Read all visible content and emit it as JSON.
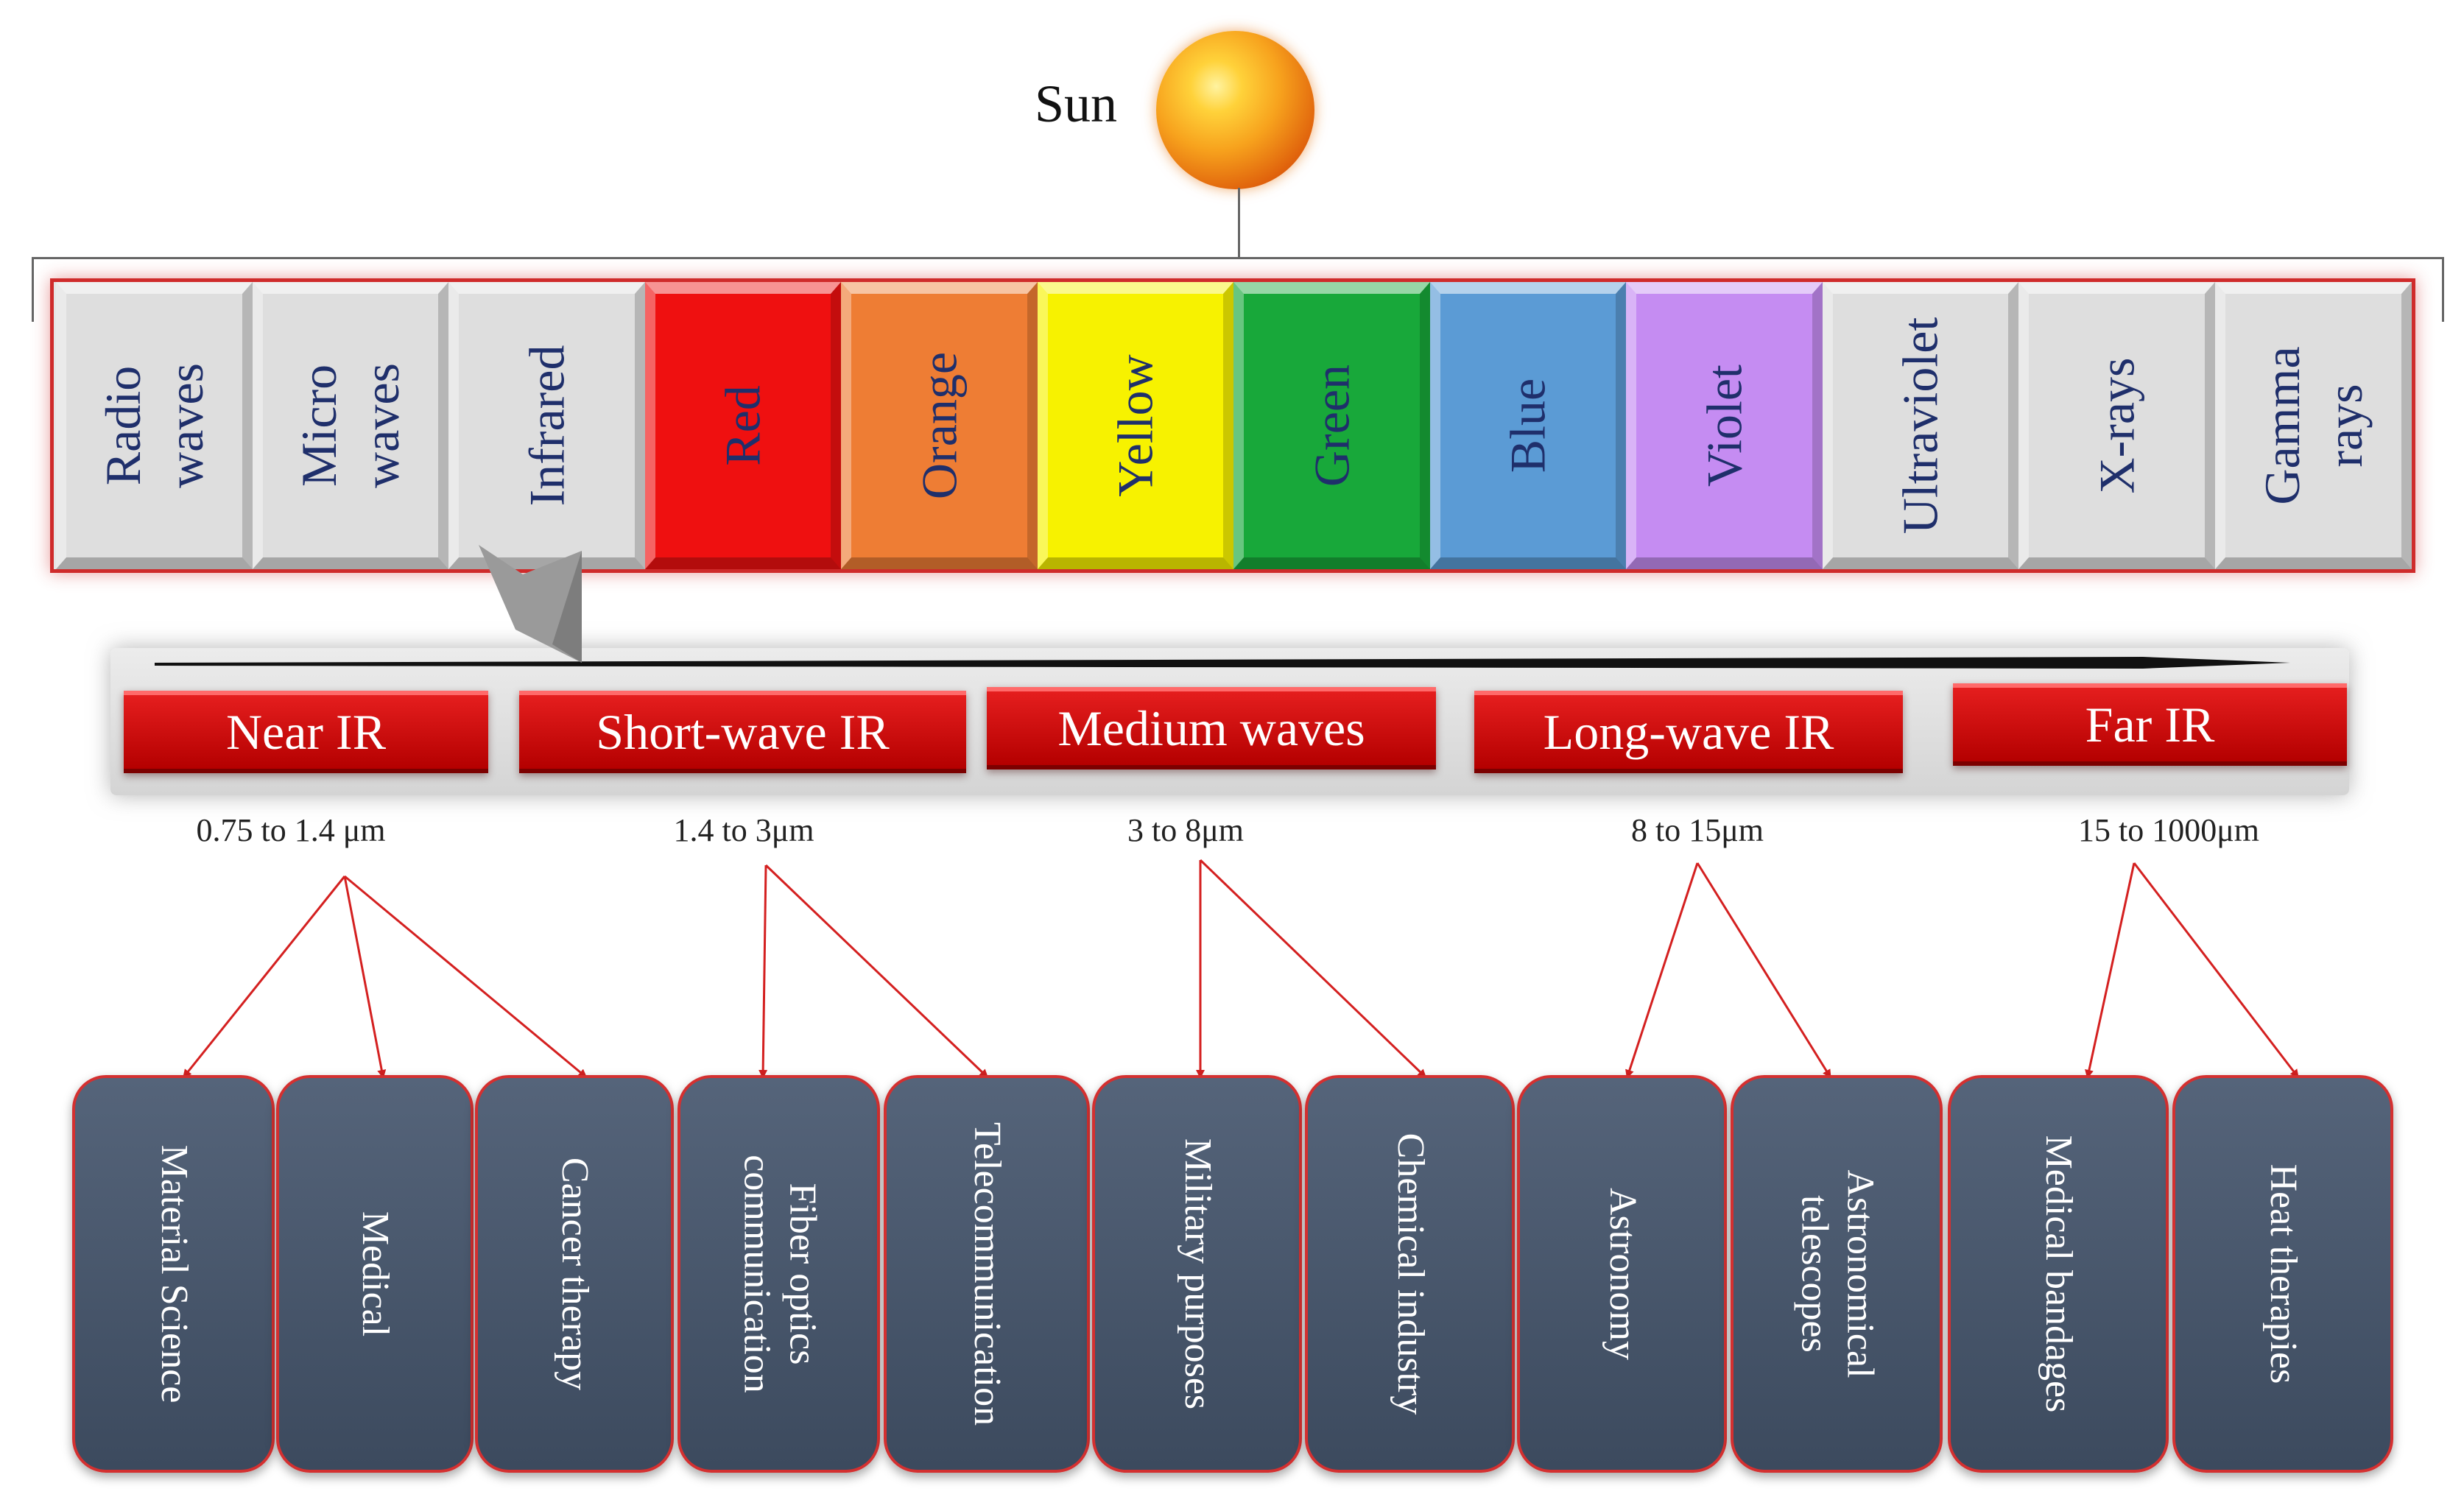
{
  "sun": {
    "label": "Sun",
    "icon": "sun-icon"
  },
  "spectrum": {
    "bands": [
      {
        "label": "Radio\nwaves",
        "color": "#dedede",
        "text_color": "#1f2f6b"
      },
      {
        "label": "Micro\nwaves",
        "color": "#dedede",
        "text_color": "#1f2f6b"
      },
      {
        "label": "Infrared",
        "color": "#dedede",
        "text_color": "#1f2f6b"
      },
      {
        "label": "Red",
        "color": "#ef1010",
        "text_color": "#1f2f6b"
      },
      {
        "label": "Orange",
        "color": "#ee7d34",
        "text_color": "#1f2f6b"
      },
      {
        "label": "Yellow",
        "color": "#f7f200",
        "text_color": "#1f2f6b"
      },
      {
        "label": "Green",
        "color": "#18a83a",
        "text_color": "#1f2f6b"
      },
      {
        "label": "Blue",
        "color": "#5b9bd5",
        "text_color": "#1f2f6b"
      },
      {
        "label": "Violet",
        "color": "#c58cf2",
        "text_color": "#1f2f6b"
      },
      {
        "label": "Ultraviolet",
        "color": "#dedede",
        "text_color": "#1f2f6b"
      },
      {
        "label": "X-rays",
        "color": "#dedede",
        "text_color": "#1f2f6b"
      },
      {
        "label": "Gamma\nrays",
        "color": "#dedede",
        "text_color": "#1f2f6b"
      }
    ]
  },
  "ir_regions": [
    {
      "name": "Near IR",
      "range": "0.75 to 1.4 μm",
      "applications": [
        "Material Science",
        "Medical",
        "Cancer therapy"
      ]
    },
    {
      "name": "Short-wave IR",
      "range": "1.4 to 3μm",
      "applications": [
        "Fiber optics\ncommunication",
        "Telecommunication"
      ]
    },
    {
      "name": "Medium waves",
      "range": "3 to 8μm",
      "applications": [
        "Military purposes",
        "Chemical industry"
      ]
    },
    {
      "name": "Long-wave IR",
      "range": "8 to 15μm",
      "applications": [
        "Astronomy",
        "Astronomical\ntelescopes"
      ]
    },
    {
      "name": "Far IR",
      "range": "15 to 1000μm",
      "applications": [
        "Medical bandages",
        "Heat therapies"
      ]
    }
  ],
  "colors": {
    "ir_box": "#c80000",
    "app_box": "#46546a",
    "arrow": "#d42020",
    "frame": "#cf2b2b"
  }
}
